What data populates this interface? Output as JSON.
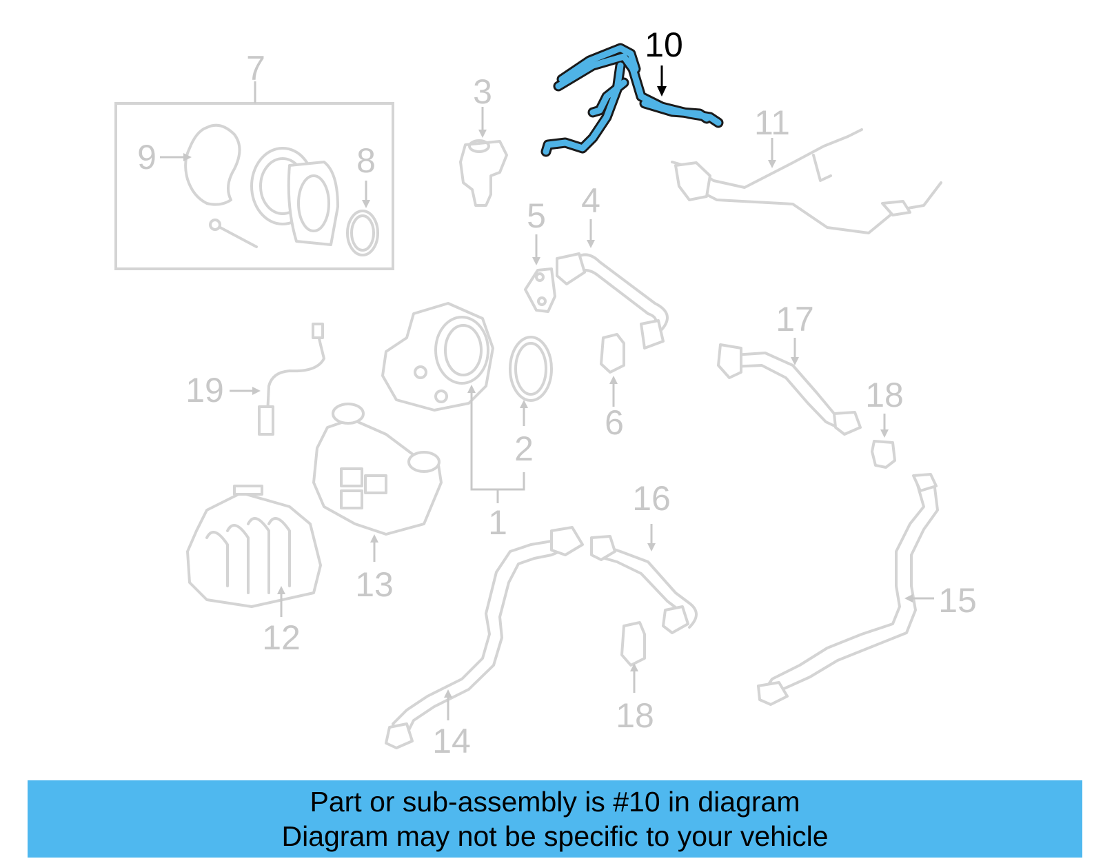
{
  "colors": {
    "highlight": "#4fb3e6",
    "banner_background": "#4fb8ef",
    "dim_part": "#d4d4d4",
    "dim_label": "#c8c8c8",
    "highlight_label": "#000000"
  },
  "diagram": {
    "highlighted_callout": "10",
    "callouts": {
      "c1": "1",
      "c2": "2",
      "c3": "3",
      "c4": "4",
      "c5": "5",
      "c6": "6",
      "c7": "7",
      "c8": "8",
      "c9": "9",
      "c10": "10",
      "c11": "11",
      "c12": "12",
      "c13": "13",
      "c14": "14",
      "c15": "15",
      "c16": "16",
      "c17": "17",
      "c18a": "18",
      "c18b": "18",
      "c19": "19"
    }
  },
  "banner": {
    "line1": "Part or sub-assembly is #10 in diagram",
    "line2": "Diagram may not be specific to your vehicle"
  }
}
